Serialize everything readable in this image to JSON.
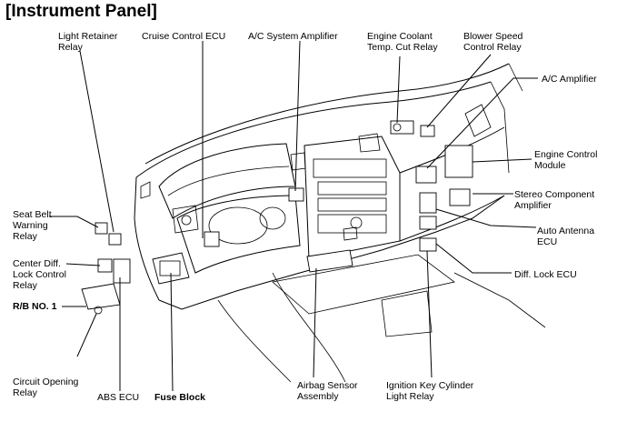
{
  "title": "[Instrument Panel]",
  "labels": {
    "light_retainer_relay": "Light Retainer\nRelay",
    "cruise_control_ecu": "Cruise Control ECU",
    "ac_system_amplifier": "A/C System Amplifier",
    "engine_coolant_temp_cut_relay": "Engine Coolant\nTemp. Cut Relay",
    "blower_speed_control_relay": "Blower Speed\nControl Relay",
    "ac_amplifier": "A/C Amplifier",
    "engine_control_module": "Engine Control\nModule",
    "stereo_component_amplifier": "Stereo Component\nAmplifier",
    "auto_antenna_ecu": "Auto Antenna\nECU",
    "diff_lock_ecu": "Diff. Lock ECU",
    "seat_belt_warning_relay": "Seat Belt\nWarning\nRelay",
    "center_diff_lock_control_relay": "Center Diff.\nLock Control\nRelay",
    "rb_no_1": "R/B NO. 1",
    "circuit_opening_relay": "Circuit Opening\nRelay",
    "abs_ecu": "ABS ECU",
    "fuse_block": "Fuse Block",
    "airbag_sensor_assembly": "Airbag Sensor\nAssembly",
    "ignition_key_cylinder_light_relay": "Ignition Key Cylinder\nLight Relay"
  }
}
